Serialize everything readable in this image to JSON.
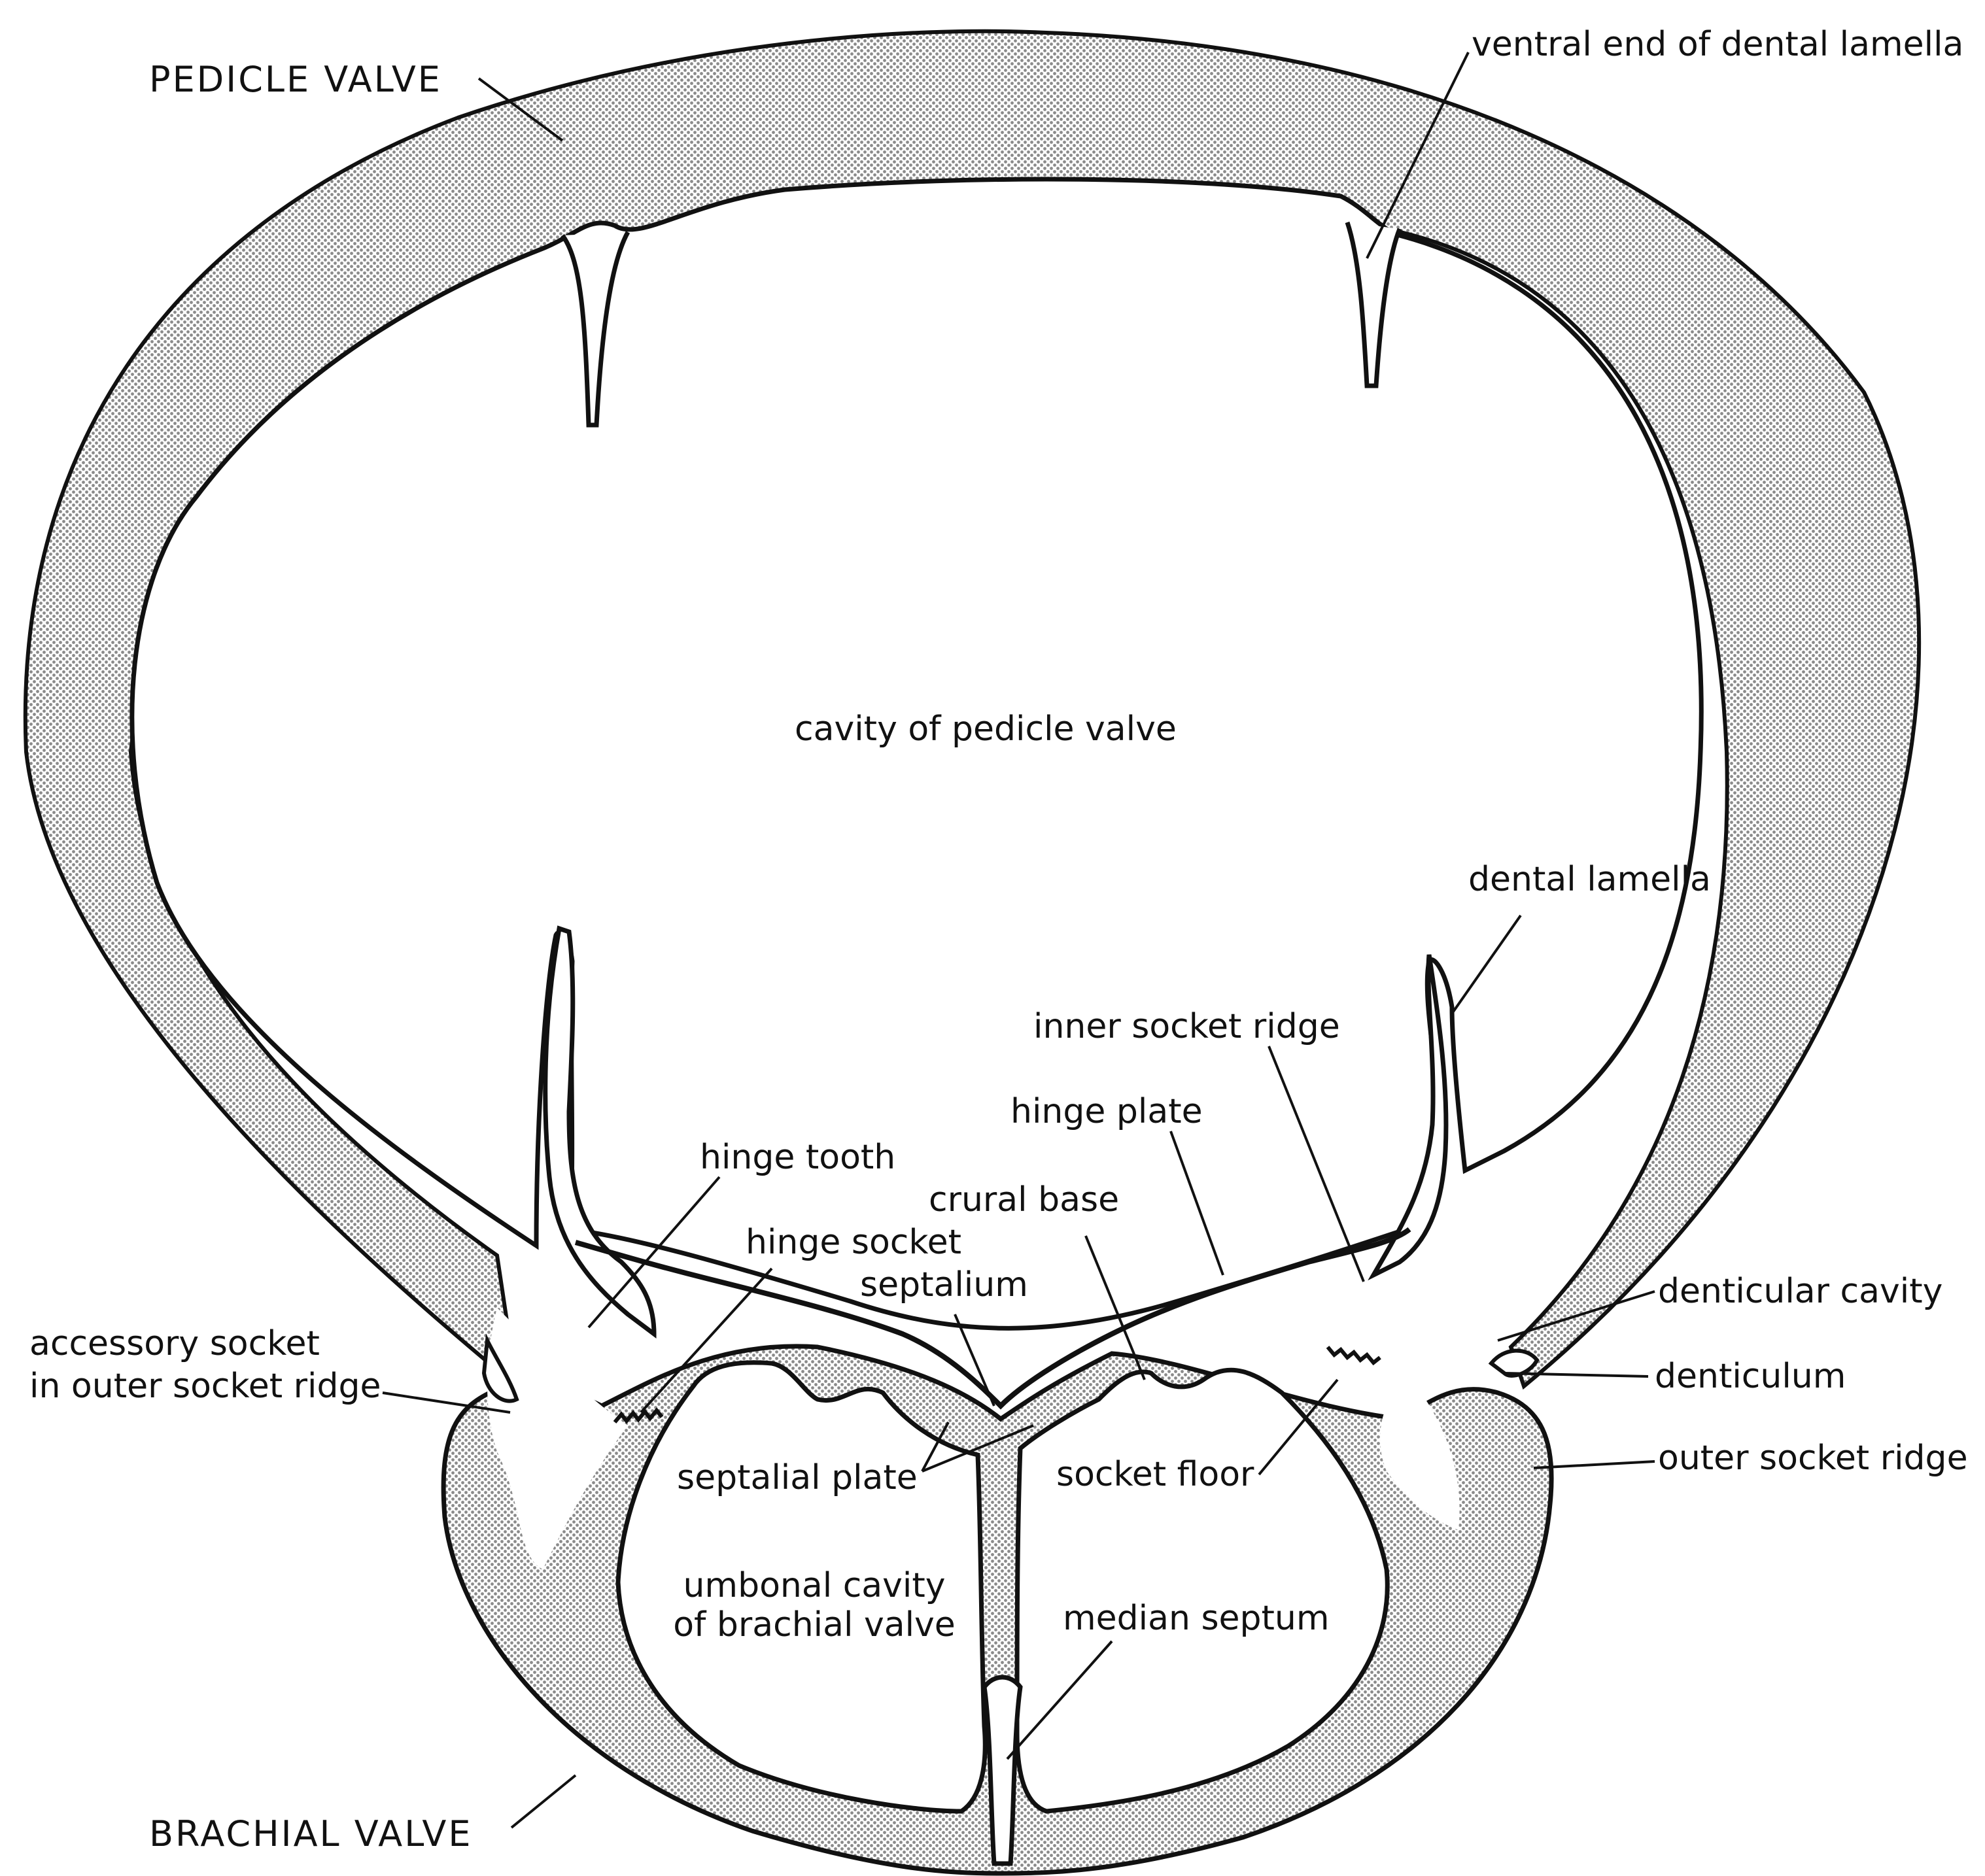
{
  "valves": {
    "pedicle": "PEDICLE VALVE",
    "brachial": "BRACHIAL VALVE"
  },
  "labels": {
    "ventral_end_of_dental_lamella": "ventral end of dental lamella",
    "cavity_of_pedicle_valve": "cavity of pedicle valve",
    "dental_lamella": "dental lamella",
    "inner_socket_ridge": "inner socket ridge",
    "hinge_plate": "hinge plate",
    "hinge_tooth": "hinge tooth",
    "crural_base": "crural base",
    "hinge_socket": "hinge socket",
    "septalium": "septalium",
    "accessory_socket_line1": "accessory socket",
    "accessory_socket_line2": "in outer socket ridge",
    "denticular_cavity": "denticular cavity",
    "denticulum": "denticulum",
    "outer_socket_ridge": "outer socket ridge",
    "septalial_plate": "septalial plate",
    "socket_floor": "socket floor",
    "umbonal_cavity_line1": "umbonal cavity",
    "umbonal_cavity_line2": "of brachial valve",
    "median_septum": "median septum"
  },
  "colors": {
    "ink": "#111111",
    "stipple": "#8a8a8a",
    "paper": "#ffffff"
  }
}
